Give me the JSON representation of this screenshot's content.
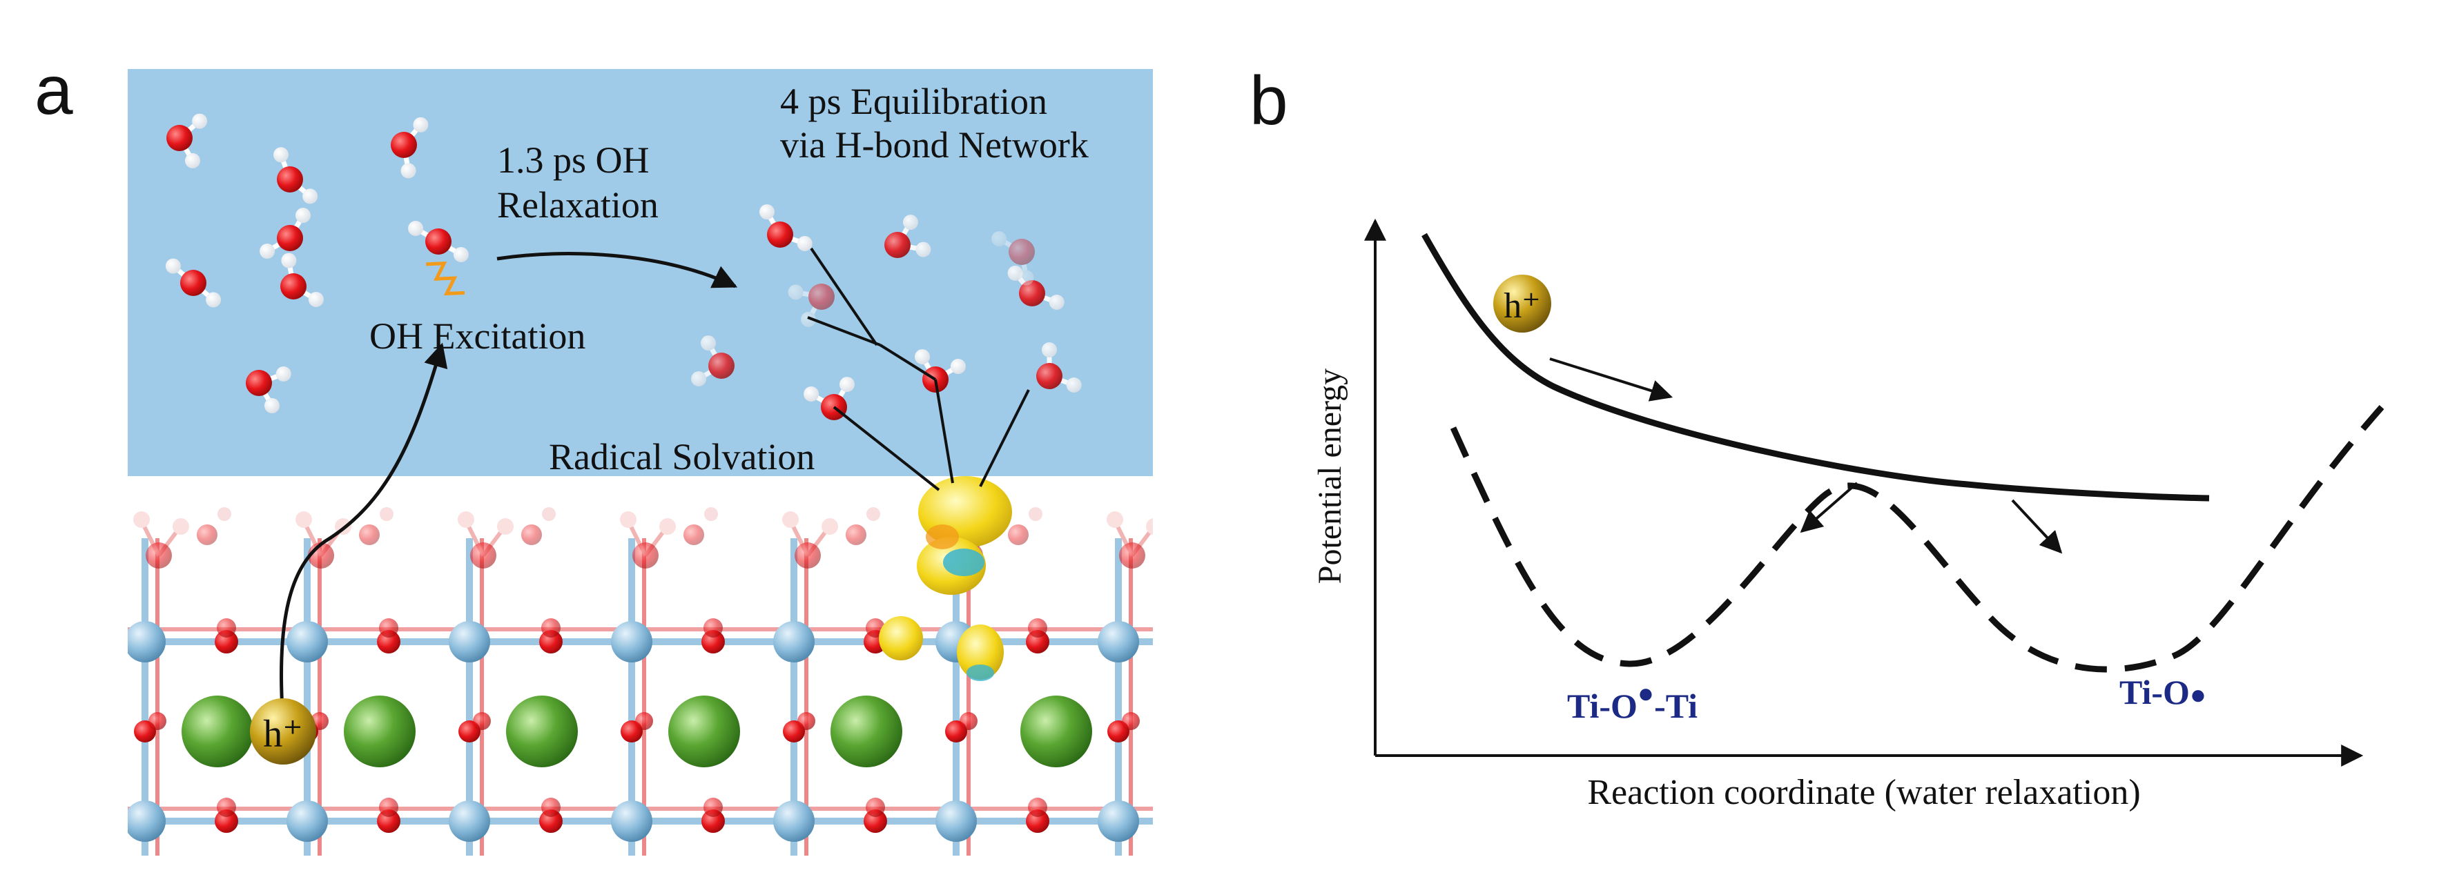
{
  "panel_a": {
    "letter": "a",
    "label_equilibration_line1": "4 ps  Equilibration",
    "label_equilibration_line2": "via H-bond Network",
    "label_relaxation_line1": "1.3 ps  OH",
    "label_relaxation_line2": "Relaxation",
    "label_excitation": "OH Excitation",
    "label_solvation": "Radical Solvation",
    "hole_label": "h⁺",
    "colors": {
      "water_bg": "#9fcbe8",
      "oxygen": "#e5151a",
      "hydrogen": "#ffffff",
      "titanium": "#8bbcdc",
      "strontium": "#5aa632",
      "spin_density": "#f3d61a",
      "spin_density_negative": "#38b4d0",
      "hole": "#c8a018",
      "excitation_mark": "#f39a1a"
    }
  },
  "panel_b": {
    "letter": "b",
    "ylabel": "Potential energy",
    "xlabel": "Reaction coordinate (water relaxation)",
    "hole_label": "h⁺",
    "min_left_prefix": "Ti-O",
    "min_left_suffix": "-Ti",
    "min_right": "Ti-O",
    "label_color": "#1c2a86"
  }
}
